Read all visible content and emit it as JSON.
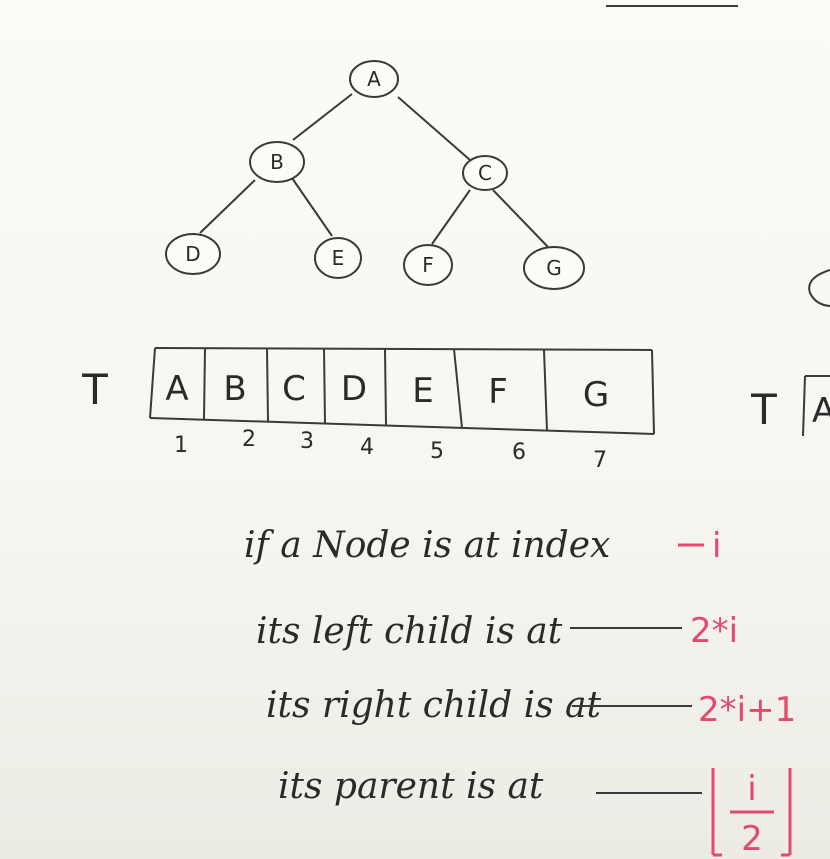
{
  "tree": {
    "nodes": [
      {
        "id": "A",
        "label": "A"
      },
      {
        "id": "B",
        "label": "B"
      },
      {
        "id": "C",
        "label": "C"
      },
      {
        "id": "D",
        "label": "D"
      },
      {
        "id": "E",
        "label": "E"
      },
      {
        "id": "F",
        "label": "F"
      },
      {
        "id": "G",
        "label": "G"
      }
    ],
    "edges": [
      [
        "A",
        "B"
      ],
      [
        "A",
        "C"
      ],
      [
        "B",
        "D"
      ],
      [
        "B",
        "E"
      ],
      [
        "C",
        "F"
      ],
      [
        "C",
        "G"
      ]
    ]
  },
  "array": {
    "name": "T",
    "cells": [
      "A",
      "B",
      "C",
      "D",
      "E",
      "F",
      "G"
    ],
    "indices": [
      "1",
      "2",
      "3",
      "4",
      "5",
      "6",
      "7"
    ]
  },
  "rules": [
    {
      "text": "if a Node is at index",
      "value": "i"
    },
    {
      "text": "its left child is at",
      "value": "2*i"
    },
    {
      "text": "its right child is at",
      "value": "2*i+1"
    },
    {
      "text": "its parent is at",
      "value_numerator": "i",
      "value_denominator": "2"
    }
  ],
  "partial_right": {
    "array_name": "T",
    "cell": "A"
  }
}
